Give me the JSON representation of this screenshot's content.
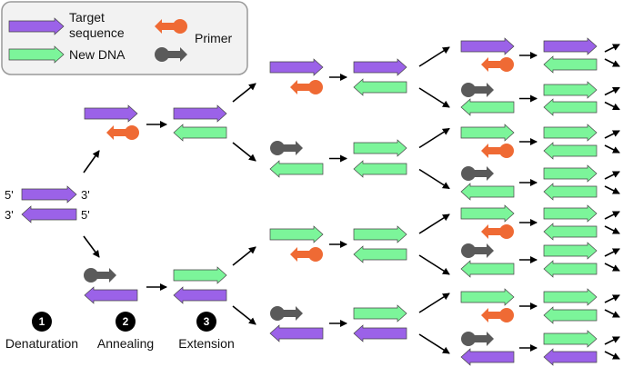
{
  "legend": {
    "target_label_line1": "Target",
    "target_label_line2": "sequence",
    "new_dna_label": "New DNA",
    "primer_label": "Primer"
  },
  "ends": {
    "top_left": "5'",
    "top_right": "3'",
    "bottom_left": "3'",
    "bottom_right": "5'"
  },
  "steps": [
    {
      "number": "1",
      "label": "Denaturation"
    },
    {
      "number": "2",
      "label": "Annealing"
    },
    {
      "number": "3",
      "label": "Extension"
    }
  ],
  "colors": {
    "target": "#9b62e8",
    "new_dna": "#7cf59a",
    "primer_orange": "#ef6a34",
    "primer_gray": "#5a5a5a",
    "legend_border": "#999999",
    "legend_bg": "#f2f2f2"
  }
}
